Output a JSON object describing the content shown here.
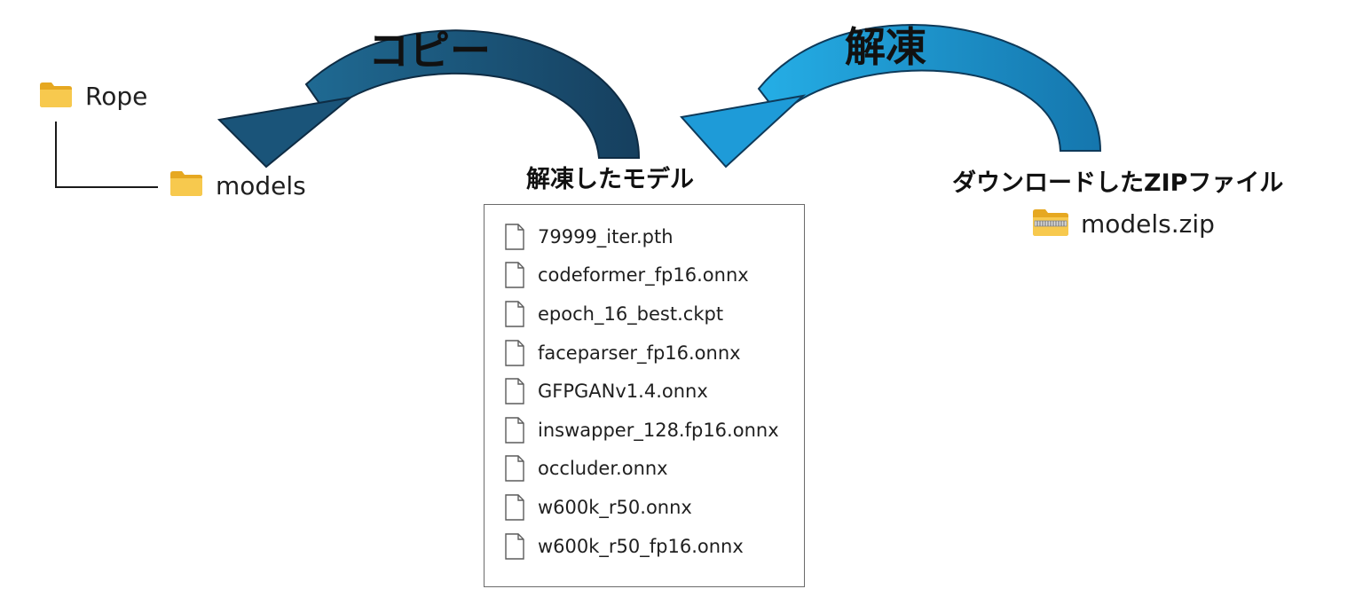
{
  "tree": {
    "root_label": "Rope",
    "child_label": "models"
  },
  "arrows": {
    "copy_label": "コピー",
    "extract_label": "解凍"
  },
  "extracted": {
    "title": "解凍したモデル",
    "files": [
      "79999_iter.pth",
      "codeformer_fp16.onnx",
      "epoch_16_best.ckpt",
      "faceparser_fp16.onnx",
      "GFPGANv1.4.onnx",
      "inswapper_128.fp16.onnx",
      "occluder.onnx",
      "w600k_r50.onnx",
      "w600k_r50_fp16.onnx"
    ]
  },
  "download": {
    "title": "ダウンロードしたZIPファイル",
    "zip_name": "models.zip"
  },
  "colors": {
    "copy_arrow": "#1c5a7e",
    "extract_arrow": "#1f9ad6",
    "folder": "#f4c44a",
    "box_border": "#6b6b6b"
  },
  "icons": {
    "folder": "folder-icon",
    "zip": "zip-folder-icon",
    "file": "file-icon"
  }
}
